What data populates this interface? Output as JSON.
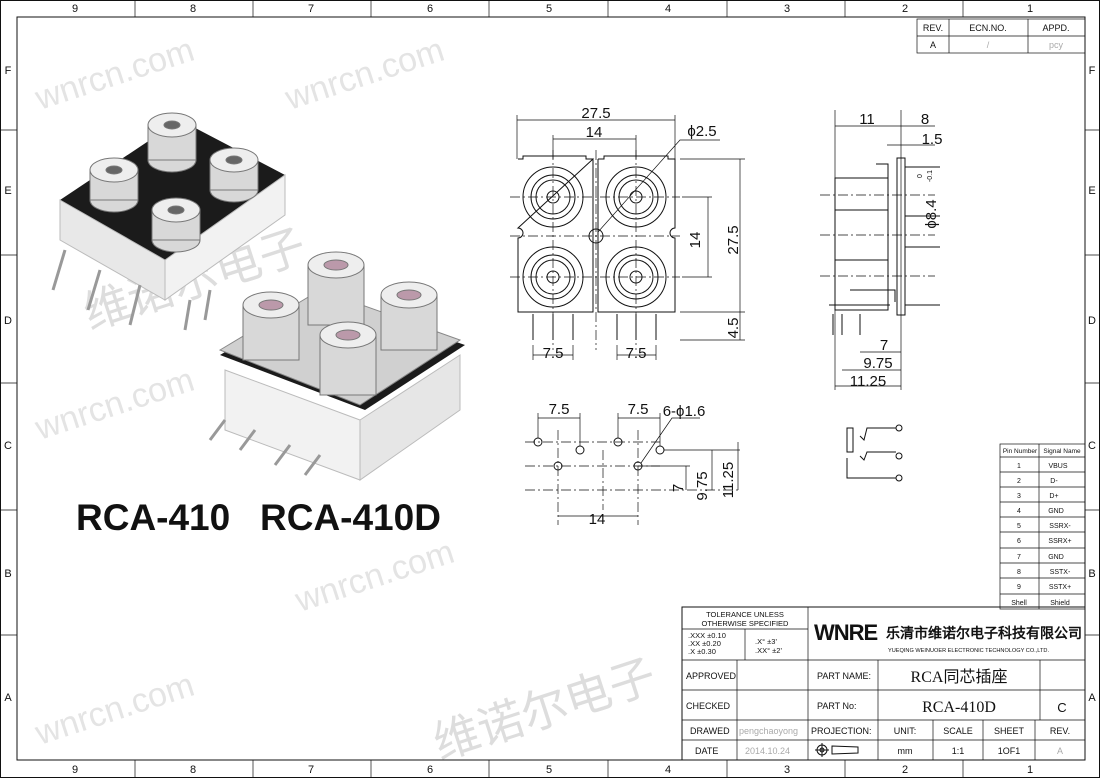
{
  "frame": {
    "columns": [
      "9",
      "8",
      "7",
      "6",
      "5",
      "4",
      "3",
      "2",
      "1"
    ],
    "rows": [
      "F",
      "E",
      "D",
      "C",
      "B",
      "A"
    ]
  },
  "watermark": {
    "text": "wnrcn.com",
    "cn_text": "维诺尔电子"
  },
  "models": {
    "title_a": "RCA-410",
    "title_b": "RCA-410D"
  },
  "revision_table": {
    "headers": [
      "REV.",
      "ECN.NO.",
      "APPD."
    ],
    "row": [
      "A",
      "/",
      "pcy"
    ]
  },
  "front_view": {
    "width": "27.5",
    "pitch_h": "14",
    "hole": "ϕ2.5",
    "height": "27.5",
    "pitch_v": "14",
    "pin_len": "4.5",
    "pin_pitch_l": "7.5",
    "pin_pitch_r": "7.5"
  },
  "side_view": {
    "depth": "11",
    "front": "8",
    "flange": "1.5",
    "diameter": "ϕ8.4",
    "tol_upper": "0",
    "tol_lower": "-0.1",
    "d1": "7",
    "d2": "9.75",
    "d3": "11.25"
  },
  "pcb_view": {
    "p1": "7.5",
    "p2": "7.5",
    "holes": "6-ϕ1.6",
    "d1": "7",
    "d2": "9.75",
    "d3": "11.25",
    "width": "14"
  },
  "pin_table": {
    "headers": [
      "Pin Number",
      "Signal Name"
    ],
    "rows": [
      [
        "1",
        "VBUS"
      ],
      [
        "2",
        "D-"
      ],
      [
        "3",
        "D+"
      ],
      [
        "4",
        "GND"
      ],
      [
        "5",
        "SSRX-"
      ],
      [
        "6",
        "SSRX+"
      ],
      [
        "7",
        "GND"
      ],
      [
        "8",
        "SSTX-"
      ],
      [
        "9",
        "SSTX+"
      ],
      [
        "Shell",
        "Shield"
      ]
    ]
  },
  "title_block": {
    "tolerance_title_1": "TOLERANCE UNLESS",
    "tolerance_title_2": "OTHERWISE SPECIFIED",
    "tol": [
      ".XXX  ±0.10",
      ".XX    ±0.20",
      ".X      ±0.30"
    ],
    "ang": [
      ".X°    ±3'",
      ".XX°  ±2'"
    ],
    "logo": "WNRE",
    "company_cn": "乐清市维诺尔电子科技有限公司",
    "company_en": "YUEQING WEINUOER ELECTRONIC TECHNOLOGY CO.,LTD.",
    "approved_label": "APPROVED",
    "checked_label": "CHECKED",
    "drawed_label": "DRAWED",
    "drawed_value": "pengchaoyong",
    "date_label": "DATE",
    "date_value": "2014.10.24",
    "part_name_label": "PART NAME:",
    "part_name": "RCA同芯插座",
    "part_no_label": "PART No:",
    "part_no": "RCA-410D",
    "rev_value": "C",
    "projection_label": "PROJECTION:",
    "unit_label": "UNIT:",
    "unit": "mm",
    "scale_label": "SCALE",
    "scale": "1:1",
    "sheet_label": "SHEET",
    "sheet": "1OF1",
    "rev_label": "REV.",
    "rev": "A"
  }
}
